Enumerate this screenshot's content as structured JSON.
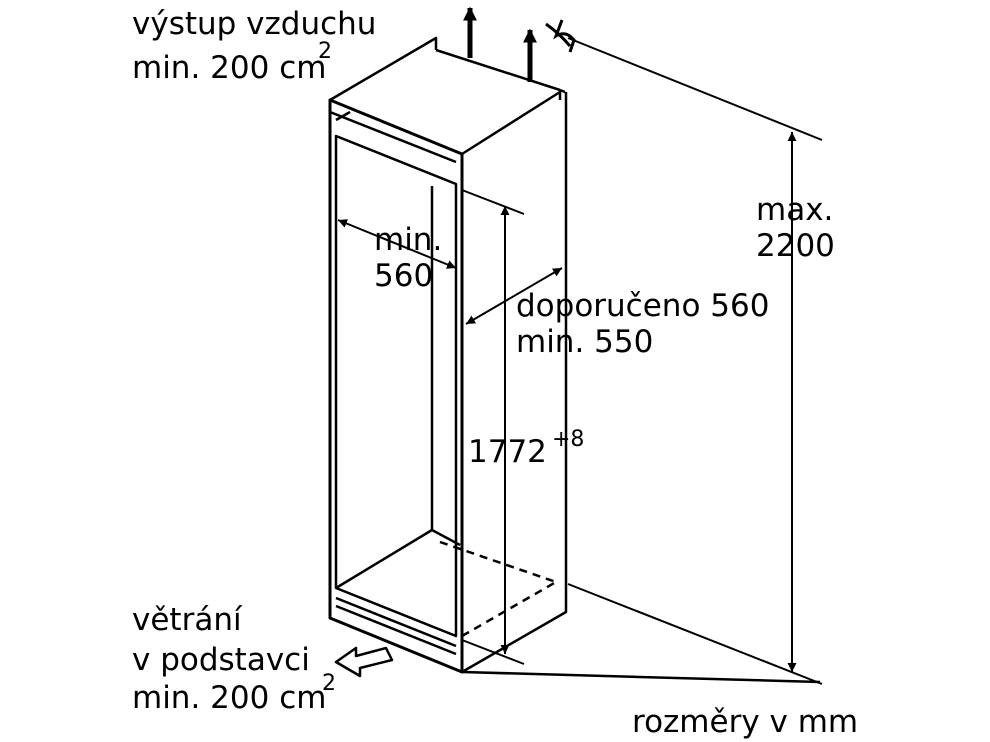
{
  "labels": {
    "air_outlet": {
      "line1": "výstup vzduchu",
      "line2": "min. 200 cm",
      "sup": "2"
    },
    "min_width": {
      "line1": "min.",
      "line2": "560"
    },
    "depth": {
      "line1": "doporučeno 560",
      "line2": "min. 550"
    },
    "height": {
      "value": "1772",
      "tolerance": "+8"
    },
    "max_height": {
      "line1": "max.",
      "line2": "2200"
    },
    "base_vent": {
      "line1": "větrání",
      "line2": "v podstavci",
      "line3": "min. 200 cm",
      "sup": "2"
    },
    "units": "rozměry v mm"
  },
  "colors": {
    "ink": "#000000",
    "background": "#ffffff"
  }
}
